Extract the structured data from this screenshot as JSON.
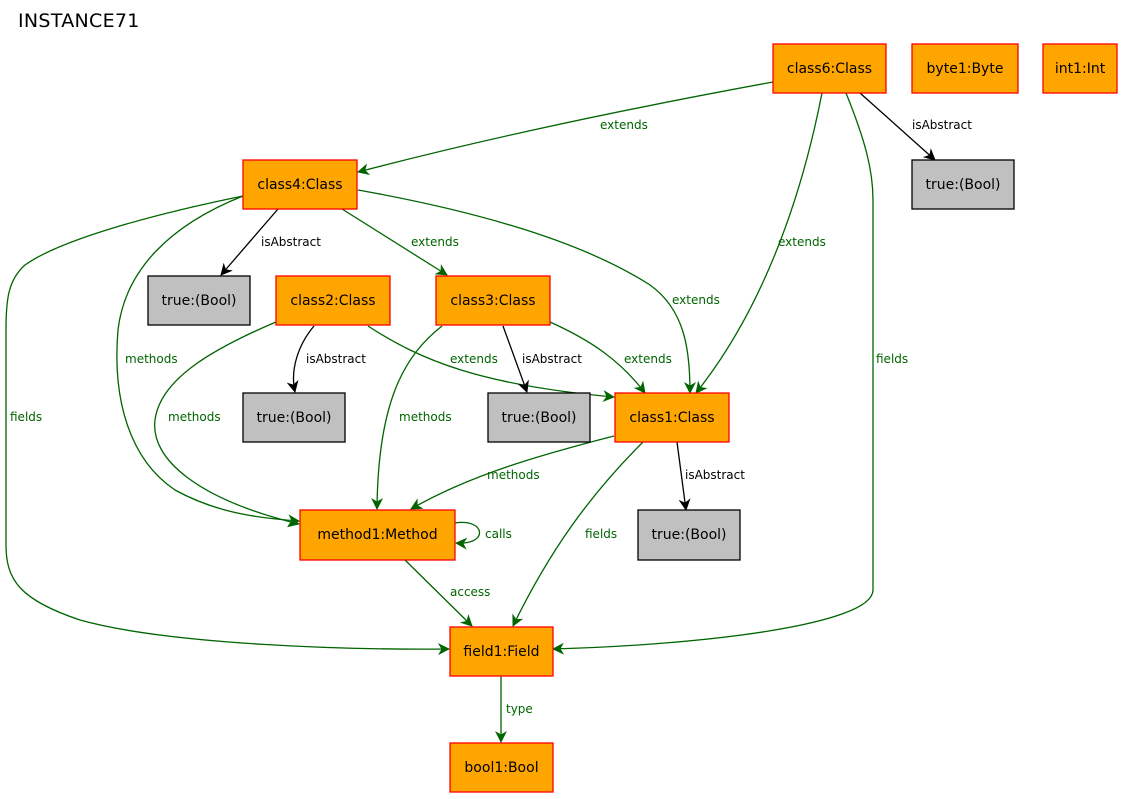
{
  "title": "INSTANCE71",
  "colors": {
    "object_fill": "#ffa500",
    "object_stroke": "#ff0000",
    "value_fill": "#c0c0c0",
    "value_stroke": "#000000",
    "edge_object": "#006400",
    "edge_value": "#000000"
  },
  "nodes": {
    "class6": "class6:Class",
    "byte1": "byte1:Byte",
    "int1": "int1:Int",
    "class4": "class4:Class",
    "true_c6": "true:(Bool)",
    "true_c4": "true:(Bool)",
    "class2": "class2:Class",
    "class3": "class3:Class",
    "true_c2": "true:(Bool)",
    "true_c3": "true:(Bool)",
    "class1": "class1:Class",
    "method1": "method1:Method",
    "true_c1": "true:(Bool)",
    "field1": "field1:Field",
    "bool1": "bool1:Bool"
  },
  "edges": {
    "c6_c4_extends": "extends",
    "c6_true_isAbstract": "isAbstract",
    "c6_c1_extends": "extends",
    "c6_f1_fields": "fields",
    "c4_true_isAbstract": "isAbstract",
    "c4_c3_extends": "extends",
    "c4_c1_extends": "extends",
    "c4_m1_methods": "methods",
    "c4_f1_fields": "fields",
    "c2_true_isAbstract": "isAbstract",
    "c2_c1_extends": "extends",
    "c2_m1_methods": "methods",
    "c3_true_isAbstract": "isAbstract",
    "c3_c1_extends": "extends",
    "c3_m1_methods": "methods",
    "c1_m1_methods": "methods",
    "c1_true_isAbstract": "isAbstract",
    "c1_f1_fields": "fields",
    "m1_m1_calls": "calls",
    "m1_f1_access": "access",
    "f1_b1_type": "type"
  }
}
